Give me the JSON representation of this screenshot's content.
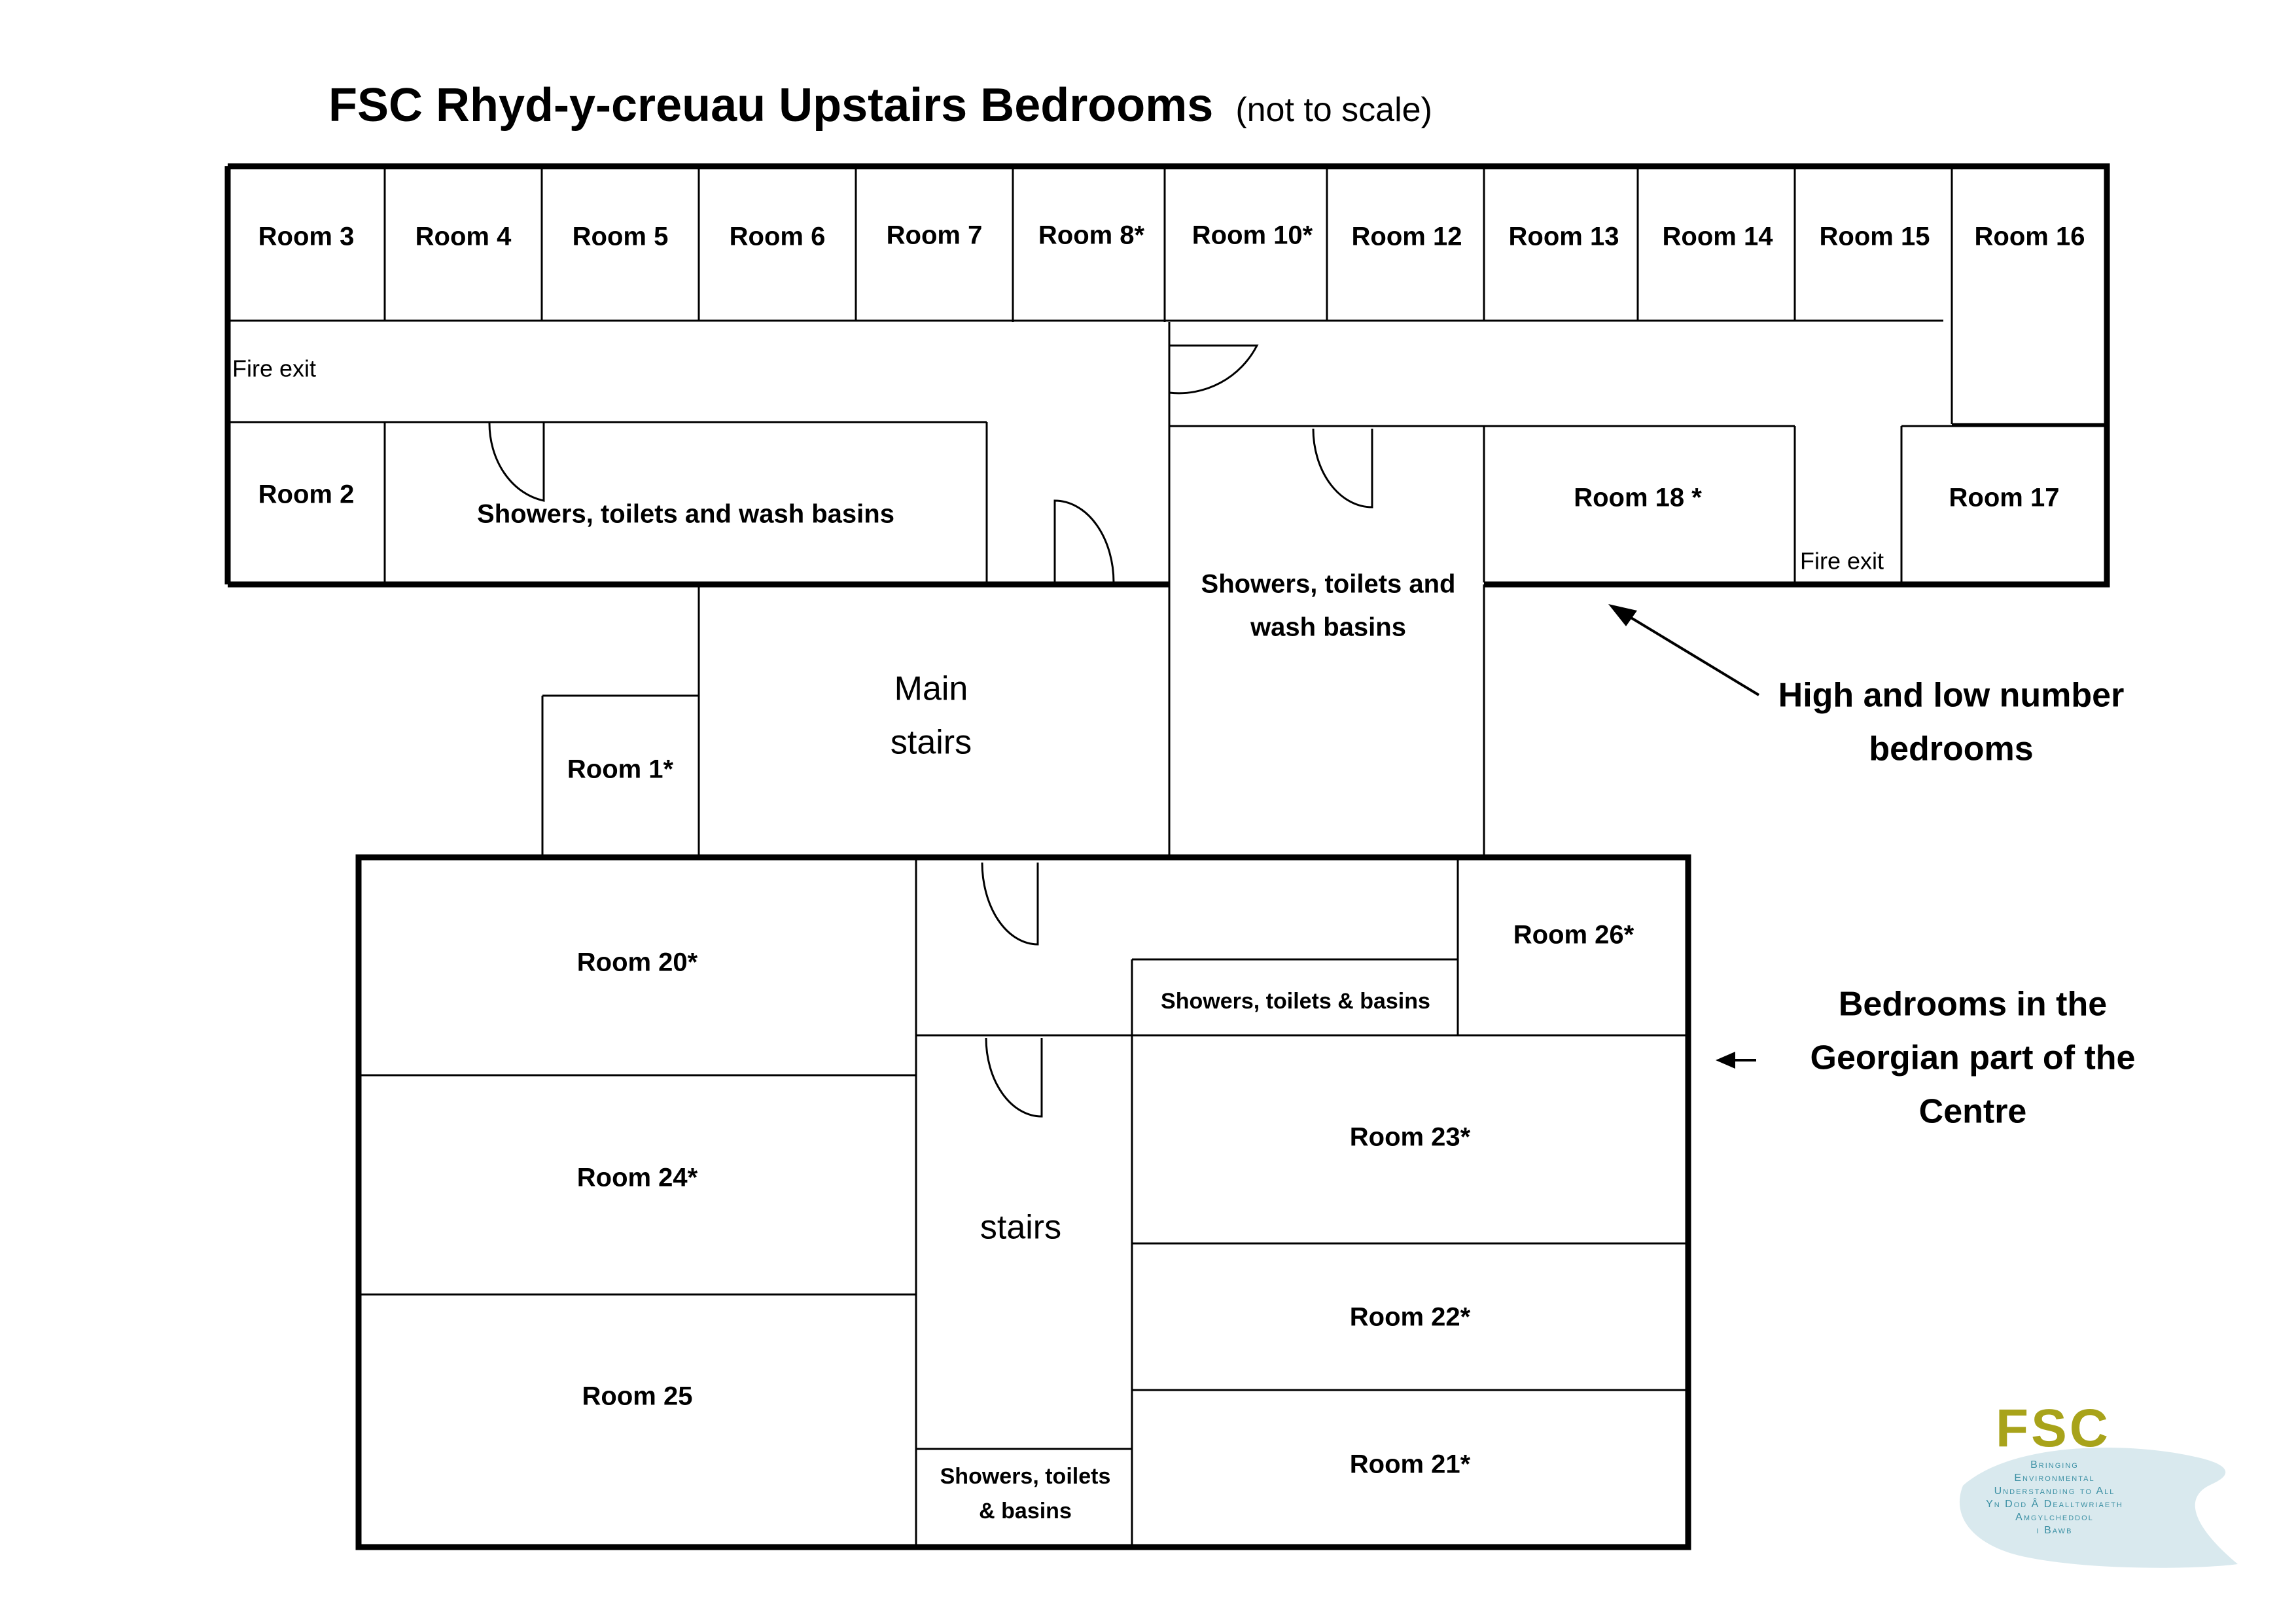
{
  "title": {
    "main": "FSC Rhyd-y-creuau Upstairs Bedrooms",
    "note": "(not to scale)"
  },
  "rooms": {
    "r3": "Room 3",
    "r4": "Room 4",
    "r5": "Room 5",
    "r6": "Room 6",
    "r7": "Room 7",
    "r8": "Room 8*",
    "r10": "Room 10*",
    "r12": "Room 12",
    "r13": "Room 13",
    "r14": "Room 14",
    "r15": "Room 15",
    "r16": "Room 16",
    "r2": "Room 2",
    "r18": "Room 18 *",
    "r17": "Room 17",
    "r1": "Room 1*",
    "r20": "Room 20*",
    "r26": "Room 26*",
    "r24": "Room 24*",
    "r23": "Room 23*",
    "r22": "Room 22*",
    "r25": "Room 25",
    "r21": "Room 21*"
  },
  "facilities": {
    "showers_upper_left": "Showers, toilets and wash basins",
    "showers_upper_center_l1": "Showers, toilets and",
    "showers_upper_center_l2": "wash basins",
    "showers_georgian": "Showers, toilets & basins",
    "showers_bottom_l1": "Showers, toilets",
    "showers_bottom_l2": "& basins"
  },
  "labels": {
    "fire_exit_left": "Fire exit",
    "fire_exit_right": "Fire exit",
    "main_stairs_l1": "Main",
    "main_stairs_l2": "stairs",
    "stairs": "stairs"
  },
  "annotations": {
    "high_low_l1": "High and low number",
    "high_low_l2": "bedrooms",
    "georgian_l1": "Bedrooms in the",
    "georgian_l2": "Georgian part of the",
    "georgian_l3": "Centre"
  },
  "logo": {
    "brand": "FSC",
    "line1": "Bringing",
    "line2": "Environmental",
    "line3": "Understanding to All",
    "line4": "Yn Dod Â Dealltwriaeth",
    "line5": "Amgylcheddol",
    "line6": "i Bawb",
    "colors": {
      "brand": "#a8a31a",
      "tagline": "#3a8fa3",
      "swoosh": "#d9e9ee"
    }
  }
}
